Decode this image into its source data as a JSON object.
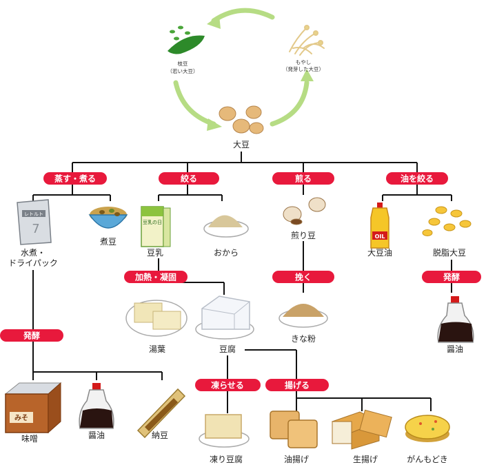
{
  "cycle": {
    "edamame": {
      "label": "枝豆",
      "sub": "（若い大豆）"
    },
    "moyashi": {
      "label": "もやし",
      "sub": "（発芽した大豆）"
    }
  },
  "root": {
    "label": "大豆"
  },
  "processes": {
    "steam_boil": "蒸す・煮る",
    "squeeze": "絞る",
    "roast": "煎る",
    "squeeze_oil": "油を絞る",
    "heat_coagulate": "加熱・凝固",
    "grind": "挽く",
    "ferment_left": "発酵",
    "ferment_right": "発酵",
    "freeze": "凍らせる",
    "fry": "揚げる"
  },
  "products": {
    "mizuni_line1": "水煮・",
    "mizuni_line2": "ドライパック",
    "mame": "煮豆",
    "tonyu": "豆乳",
    "okara": "おから",
    "irimame": "煎り豆",
    "daizuyu": "大豆油",
    "dashi": "脱脂大豆",
    "yuba": "湯葉",
    "tofu": "豆腐",
    "kinako": "きな粉",
    "shoyu_right": "醤油",
    "miso": "味噌",
    "shoyu_left": "醤油",
    "natto": "納豆",
    "koori": "凍り豆腐",
    "abura": "油揚げ",
    "nama": "生揚げ",
    "ganmo": "がんもどき"
  },
  "image_text": {
    "pouch": "レトルト",
    "milk_carton": "豆乳の日",
    "oil_bottle": "OIL",
    "miso_box": "みそ"
  },
  "colors": {
    "pill": "#e8193c",
    "arrow": "#b6dc84",
    "line": "#111111"
  }
}
